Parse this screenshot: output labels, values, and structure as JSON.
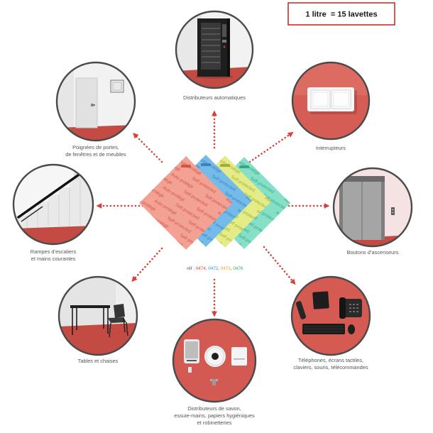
{
  "badge": {
    "text": "1 litre  = 15 lavettes"
  },
  "cloth_text": {
    "en": "Self protected",
    "fr": "Auto protégé"
  },
  "cloths": [
    {
      "color": "#f3a193",
      "text_color": "#cf5748"
    },
    {
      "color": "#74bbea",
      "text_color": "#3b82bf"
    },
    {
      "color": "#e3ec86",
      "text_color": "#a3ad35"
    },
    {
      "color": "#86e0c7",
      "text_color": "#3aa586"
    }
  ],
  "reference": {
    "prefix": "réf : ",
    "separator": ", ",
    "codes": [
      {
        "code": "0474",
        "color": "#e0483b"
      },
      {
        "code": "0472",
        "color": "#3a8fd6"
      },
      {
        "code": "0473",
        "color": "#e8a21c"
      },
      {
        "code": "0476",
        "color": "#2fae7c"
      }
    ]
  },
  "categories": [
    {
      "lines": [
        "Distributeurs automatiques"
      ],
      "image": "vending-machine-illustration"
    },
    {
      "lines": [
        "Interrupteurs"
      ],
      "image": "light-switch-illustration"
    },
    {
      "lines": [
        "Boutons d’ascenseurs"
      ],
      "image": "elevator-illustration"
    },
    {
      "lines": [
        "Téléphones, écrans tactiles,",
        "claviers, souris, télécommandes"
      ],
      "image": "phone-keyboard-illustration"
    },
    {
      "lines": [
        "Distributeurs de savon,",
        "essuie-mains, papiers hygiéniques",
        "et robinetteries"
      ],
      "image": "soap-dispenser-illustration"
    },
    {
      "lines": [
        "Tables et chaises"
      ],
      "image": "table-chair-illustration"
    },
    {
      "lines": [
        "Rampes d’escaliers",
        "et mains courantes"
      ],
      "image": "staircase-handrail-illustration"
    },
    {
      "lines": [
        "Poignées de portes,",
        "de fenêtres et de meubles"
      ],
      "image": "door-handle-illustration"
    }
  ],
  "colors": {
    "arrow": "#d8413a",
    "label_text": "#555555",
    "circle_border": "#4a4a4a",
    "badge_border": "#c8302a"
  }
}
